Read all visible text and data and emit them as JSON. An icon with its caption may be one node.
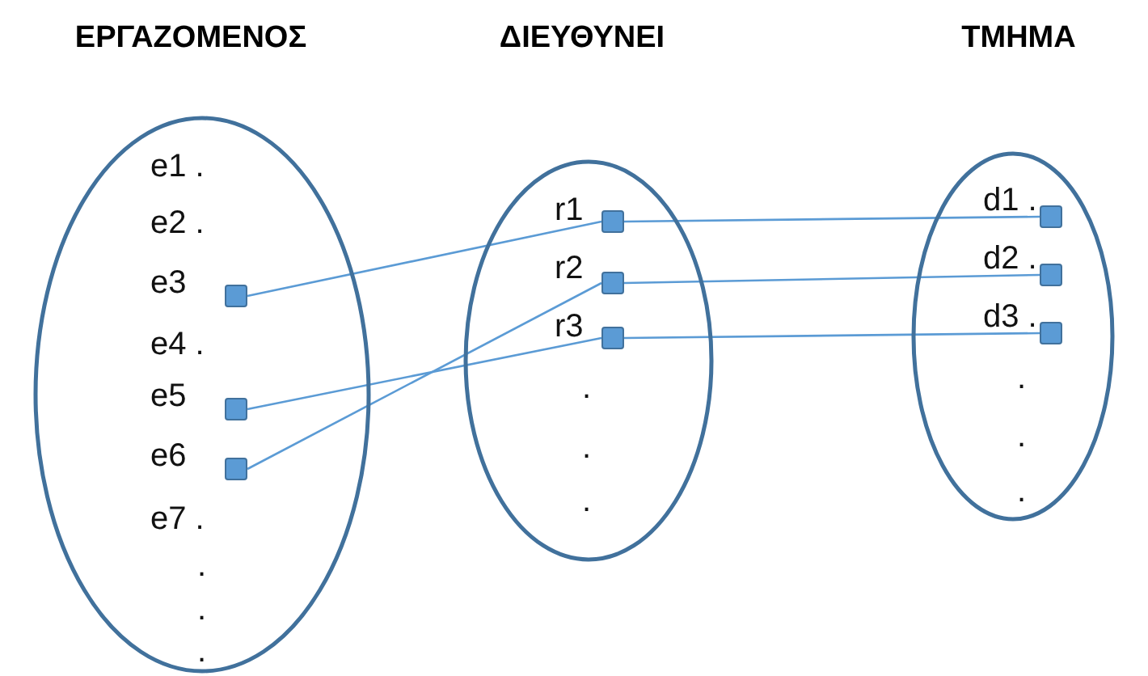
{
  "diagram": {
    "nodes": [
      {
        "text": [
          "ΕΡΓΑΖΟΜΕΝΟΣ"
        ]
      },
      {
        "text": [
          "e1 ."
        ],
        "in": 0
      },
      {
        "text": [
          "e2 ."
        ],
        "in": 0
      },
      {
        "text": [],
        "shape": "box",
        "beside": [
          "e3"
        ],
        "in": 0
      },
      {
        "text": [
          "e4 ."
        ],
        "in": 0
      },
      {
        "text": [],
        "shape": "box",
        "beside": [
          "e5"
        ],
        "in": 0
      },
      {
        "text": [],
        "shape": "box",
        "beside": [
          "e6"
        ],
        "in": 0
      },
      {
        "text": [
          "e7 ."
        ],
        "in": 0
      },
      {
        "text": [
          "."
        ],
        "in": 0
      },
      {
        "text": [
          "."
        ],
        "in": 0
      },
      {
        "text": [
          "."
        ],
        "in": 0
      },
      {
        "text": [
          "ΔΙΕΥΘΥΝΕΙ"
        ]
      },
      {
        "text": [],
        "shape": "box",
        "beside": [
          "r1"
        ],
        "in": 11
      },
      {
        "text": [],
        "shape": "box",
        "beside": [
          "r2"
        ],
        "in": 11
      },
      {
        "text": [],
        "shape": "box",
        "beside": [
          "r3"
        ],
        "in": 11
      },
      {
        "text": [
          "."
        ],
        "in": 11
      },
      {
        "text": [
          "."
        ],
        "in": 11
      },
      {
        "text": [
          "."
        ],
        "in": 11
      },
      {
        "text": [
          "ΤΜΗΜΑ"
        ]
      },
      {
        "text": [],
        "shape": "box",
        "beside": [
          "d1 ."
        ],
        "in": 18
      },
      {
        "text": [],
        "shape": "box",
        "beside": [
          "d2 ."
        ],
        "in": 18
      },
      {
        "text": [],
        "shape": "box",
        "beside": [
          "d3 ."
        ],
        "in": 18
      },
      {
        "text": [
          "."
        ],
        "in": 18
      },
      {
        "text": [
          "."
        ],
        "in": 18
      },
      {
        "text": [
          "."
        ],
        "in": 18
      }
    ],
    "edges": [
      {
        "from": 3,
        "to": 12,
        "arrow": "none"
      },
      {
        "from": 5,
        "to": 14,
        "arrow": "none"
      },
      {
        "from": 6,
        "to": 13,
        "arrow": "none"
      },
      {
        "from": 12,
        "to": 19,
        "arrow": "none"
      },
      {
        "from": 13,
        "to": 20,
        "arrow": "none"
      },
      {
        "from": 14,
        "to": 21,
        "arrow": "none"
      }
    ]
  }
}
